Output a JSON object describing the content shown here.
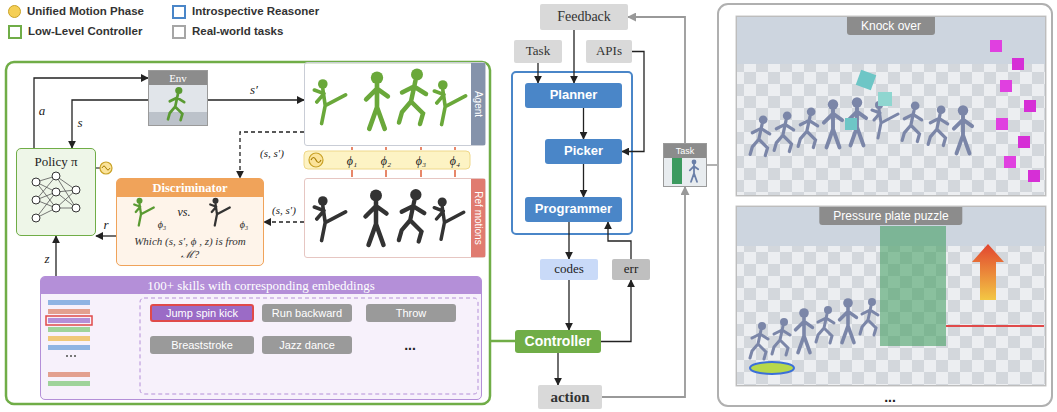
{
  "diagram": {
    "nodes": [
      {
        "text": [
          "Env"
        ]
      },
      {
        "text": [
          "Agent"
        ]
      },
      {
        "text": [
          "Policy π"
        ]
      },
      {
        "text": [
          "Discriminator",
          "Which (s, s′, ϕ , z) is from ℳ?"
        ]
      },
      {
        "text": [
          "Ref motions"
        ]
      },
      {
        "text": [
          "100+ skills with corresponding embeddings"
        ]
      },
      {
        "text": [
          "Jump spin kick"
        ],
        "in": 5
      },
      {
        "text": [
          "Run backward"
        ],
        "in": 5
      },
      {
        "text": [
          "Throw"
        ],
        "in": 5
      },
      {
        "text": [
          "Breaststroke"
        ],
        "in": 5
      },
      {
        "text": [
          "Jazz dance"
        ],
        "in": 5
      },
      {
        "text": [
          "Feedback"
        ]
      },
      {
        "text": [
          "Task"
        ]
      },
      {
        "text": [
          "APIs"
        ]
      },
      {
        "text": [
          "Planner"
        ]
      },
      {
        "text": [
          "Picker"
        ]
      },
      {
        "text": [
          "Programmer"
        ]
      },
      {
        "text": [
          "codes"
        ]
      },
      {
        "text": [
          "err"
        ]
      },
      {
        "text": [
          "Controller"
        ]
      },
      {
        "text": [
          "action"
        ]
      },
      {
        "text": [
          "Task"
        ]
      },
      {
        "text": [
          "Knock over"
        ]
      },
      {
        "text": [
          "Pressure plate puzzle"
        ]
      }
    ],
    "edges": [
      {
        "from": 2,
        "to": 0,
        "label": "a",
        "arrow": "to"
      },
      {
        "from": 0,
        "to": 2,
        "label": "s",
        "arrow": "to"
      },
      {
        "from": 0,
        "to": 1,
        "label": "s′",
        "arrow": "to"
      },
      {
        "from": 1,
        "to": 3,
        "label": "(s, s′)",
        "arrow": "to"
      },
      {
        "from": 4,
        "to": 3,
        "label": "(s, s′)",
        "arrow": "to"
      },
      {
        "from": 3,
        "to": 2,
        "label": "r",
        "arrow": "to"
      },
      {
        "from": 5,
        "to": 2,
        "label": "z",
        "arrow": "to"
      },
      {
        "from": 11,
        "to": 14,
        "arrow": "to"
      },
      {
        "from": 12,
        "to": 14,
        "arrow": "to"
      },
      {
        "from": 13,
        "to": 15,
        "arrow": "to"
      },
      {
        "from": 14,
        "to": 15,
        "arrow": "to"
      },
      {
        "from": 15,
        "to": 16,
        "arrow": "to"
      },
      {
        "from": 16,
        "to": 17,
        "arrow": "to"
      },
      {
        "from": 17,
        "to": 19,
        "arrow": "to"
      },
      {
        "from": 19,
        "to": 18,
        "arrow": "to"
      },
      {
        "from": 18,
        "to": 16,
        "arrow": "to"
      },
      {
        "from": 19,
        "to": 20,
        "arrow": "to"
      },
      {
        "from": 20,
        "to": 21,
        "arrow": "to"
      },
      {
        "from": 21,
        "to": 11,
        "arrow": "to"
      }
    ],
    "labels": [
      "ϕ₁",
      "ϕ₂",
      "ϕ₃",
      "ϕ₄",
      "vs.",
      "ϕ₃",
      "ϕ₃",
      "...",
      "..."
    ],
    "legend": [
      {
        "text": "Unified Motion Phase",
        "color": "#f5cf55"
      },
      {
        "text": "Low-Level Controller",
        "color": "#70ad47"
      },
      {
        "text": "Introspective Reasoner",
        "color": "#4a86c8"
      },
      {
        "text": "Real-world tasks",
        "color": "#a6a6a6"
      }
    ]
  }
}
